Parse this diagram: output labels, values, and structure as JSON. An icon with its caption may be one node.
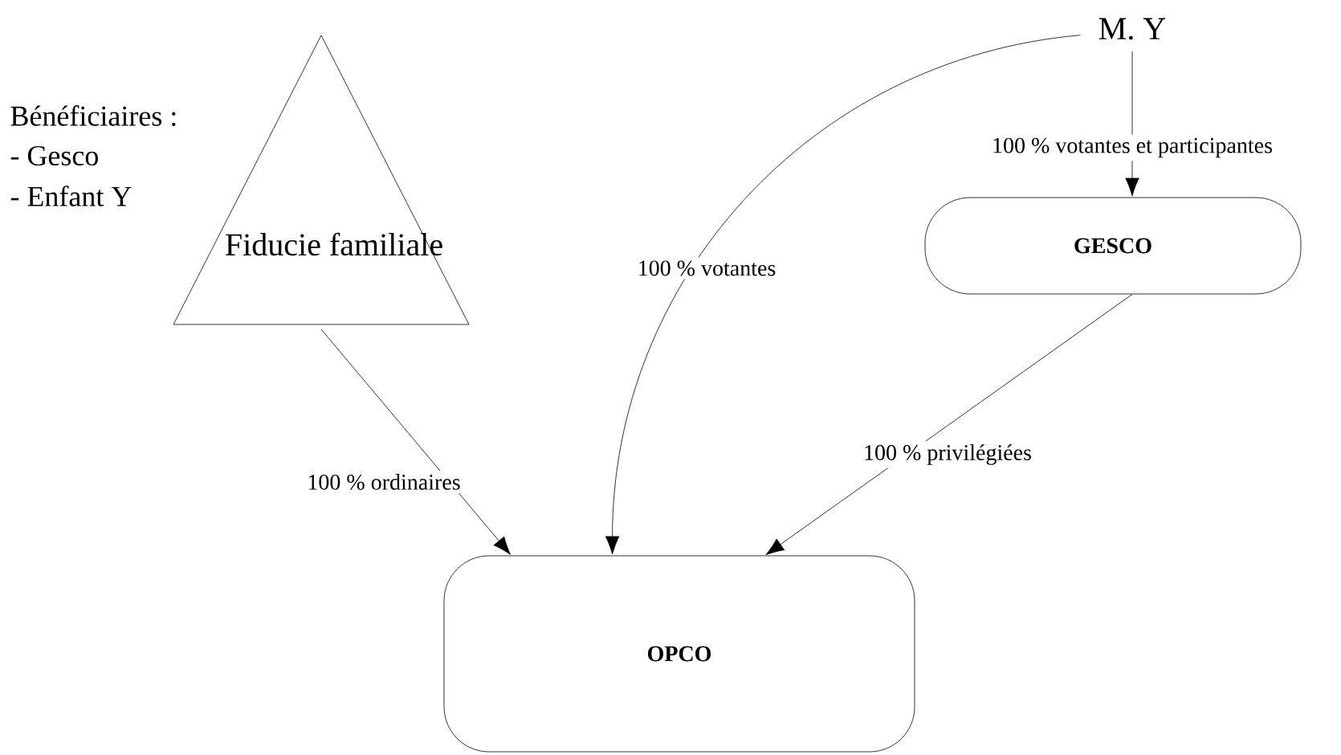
{
  "diagram": {
    "nodes": [
      {
        "text": [
          "Fiducie familiale"
        ],
        "beside": [
          "Bénéficiaires :",
          "- Gesco",
          "- Enfant Y"
        ]
      },
      {
        "text": [
          "M. Y"
        ]
      },
      {
        "text": [
          "GESCO"
        ]
      },
      {
        "text": [
          "OPCO"
        ]
      }
    ],
    "edges": [
      {
        "from": 0,
        "to": 3,
        "arrow": "to",
        "label": "100 % ordinaires"
      },
      {
        "from": 1,
        "to": 3,
        "arrow": "to",
        "label": "100 % votantes"
      },
      {
        "from": 1,
        "to": 2,
        "arrow": "to",
        "label": "100 % votantes et participantes"
      },
      {
        "from": 2,
        "to": 3,
        "arrow": "to",
        "label": "100 % privilégiées"
      }
    ]
  }
}
